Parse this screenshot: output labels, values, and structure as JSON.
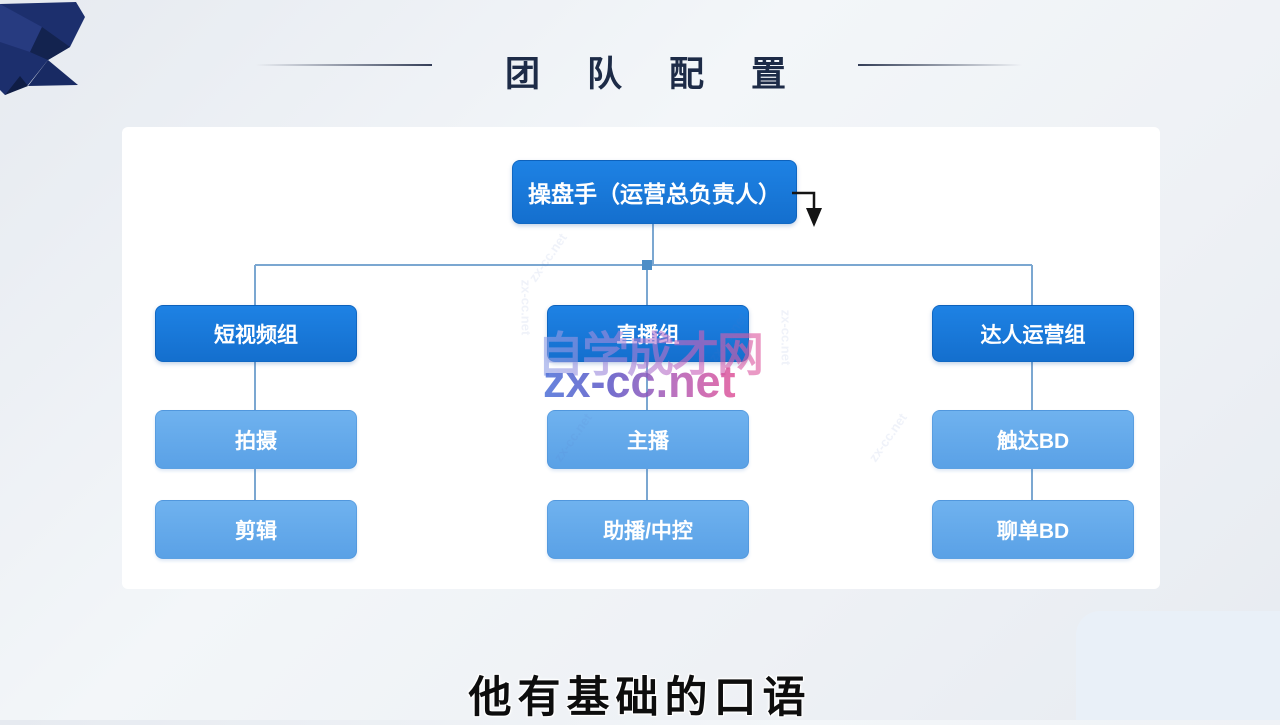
{
  "page": {
    "title": "团队配置",
    "subtitle": "他有基础的口语"
  },
  "org_chart": {
    "root": "操盘手（运营总负责人）",
    "columns": [
      {
        "group": "短视频组",
        "members": [
          "拍摄",
          "剪辑"
        ]
      },
      {
        "group": "直播组",
        "members": [
          "主播",
          "助播/中控"
        ]
      },
      {
        "group": "达人运营组",
        "members": [
          "触达BD",
          "聊单BD"
        ]
      }
    ]
  },
  "watermark": {
    "name": "自学成才网",
    "site": "zx-cc.net"
  },
  "colors": {
    "node_primary": "#1677d8",
    "node_secondary": "#5fa7e8",
    "connector": "#7ba7d1",
    "title_text": "#1d2b47",
    "ribbon_navy": "#1b2e6c",
    "watermark_blue": "#4c70d8",
    "watermark_pink": "#e0559a"
  }
}
